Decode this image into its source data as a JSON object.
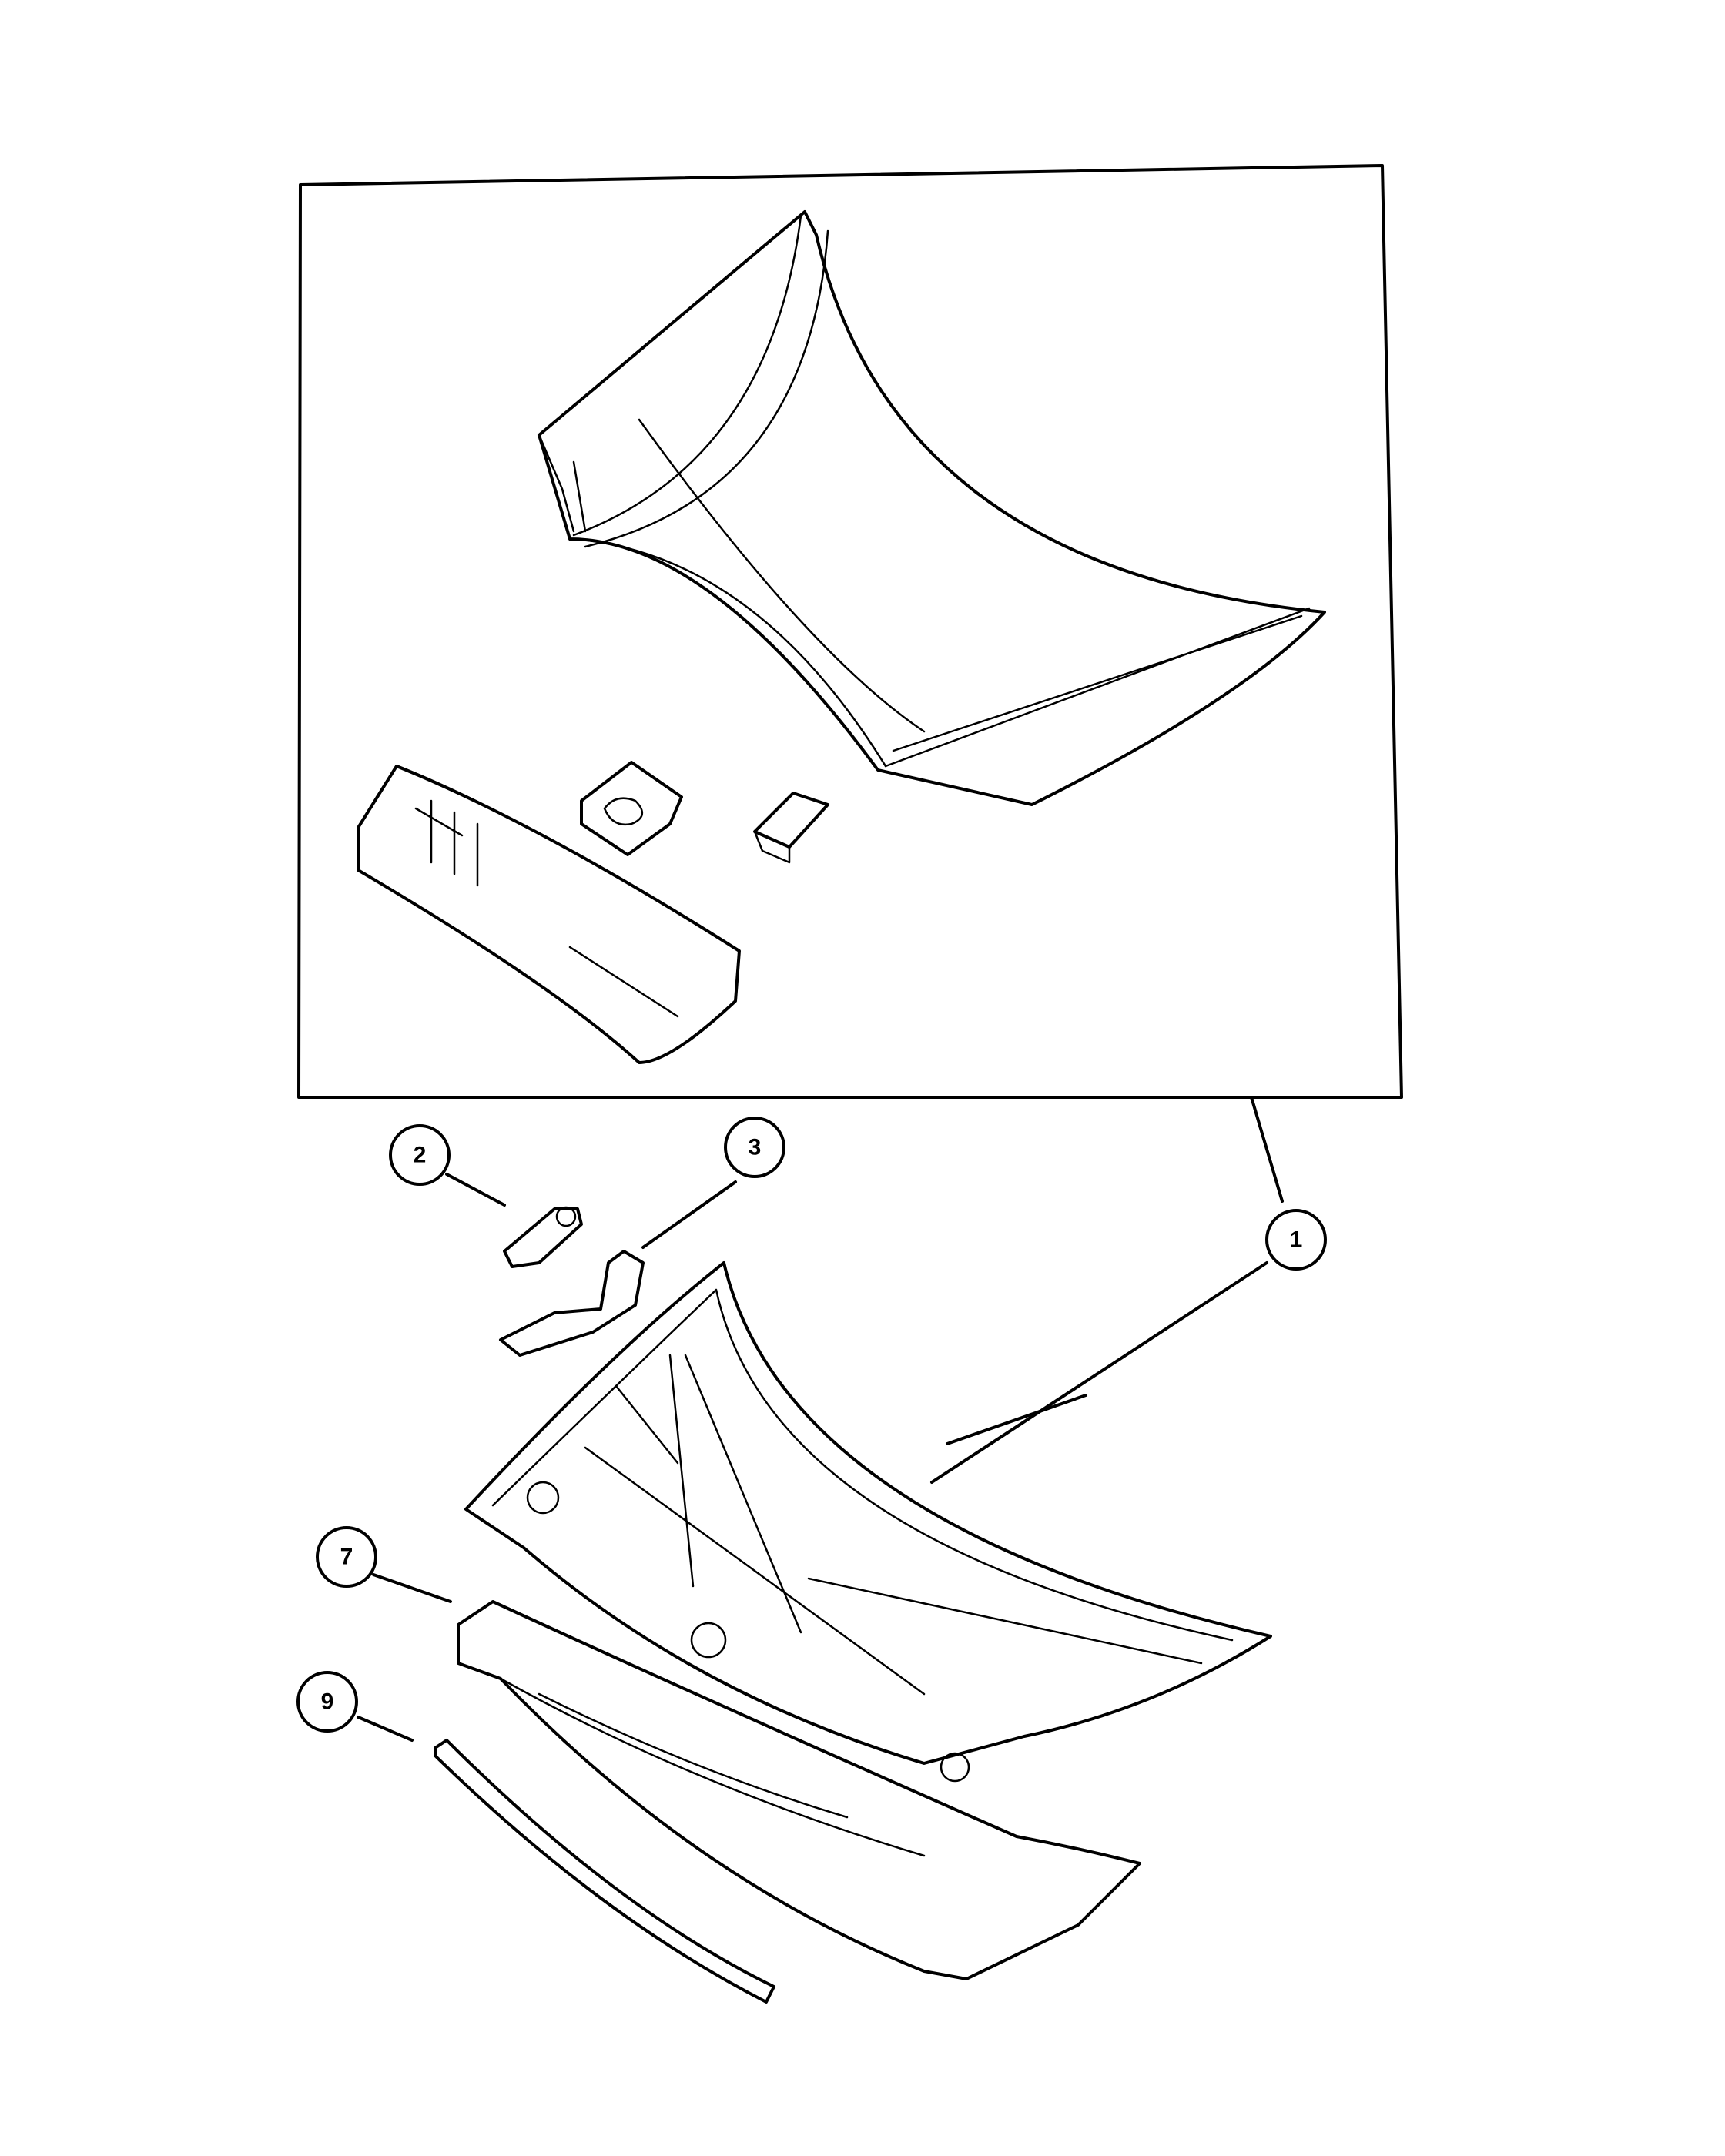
{
  "callouts": [
    {
      "id": "1",
      "label": "1"
    },
    {
      "id": "2",
      "label": "2"
    },
    {
      "id": "3",
      "label": "3"
    },
    {
      "id": "7",
      "label": "7"
    },
    {
      "id": "9",
      "label": "9"
    }
  ]
}
